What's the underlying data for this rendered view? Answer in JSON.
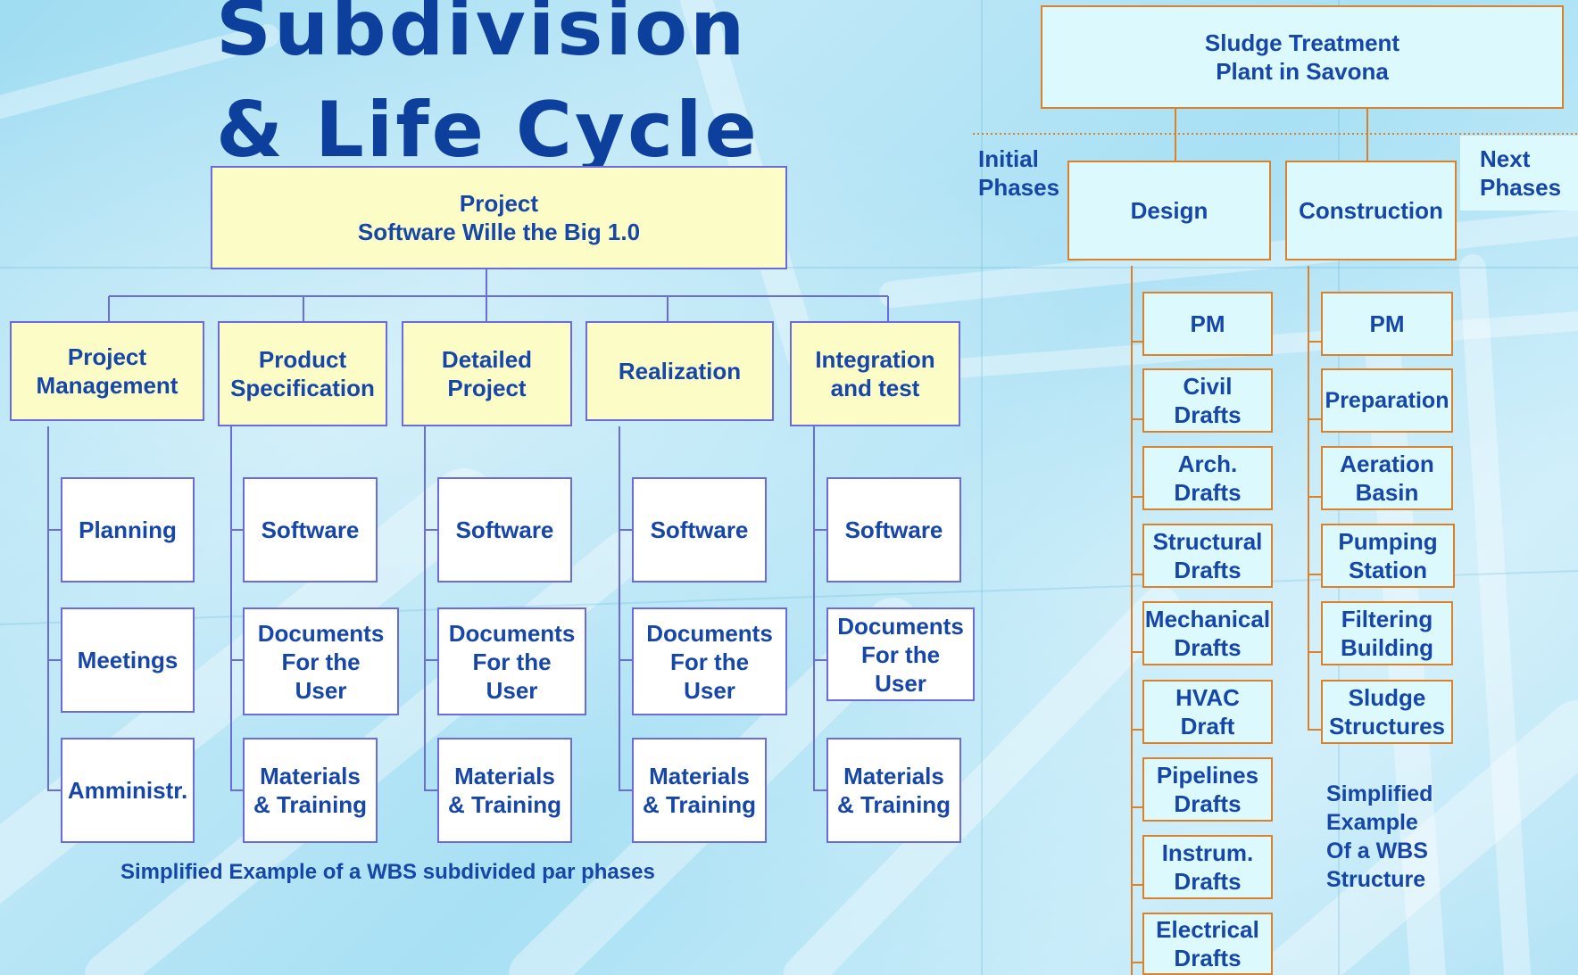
{
  "title": {
    "line1": "Subdivision",
    "line2": "& Life Cycle"
  },
  "left_wbs": {
    "root": "Project\nSoftware  Wille the Big 1.0",
    "phases": [
      {
        "label": "Project\nManagement",
        "children": [
          "Planning",
          "Meetings",
          "Amministr."
        ]
      },
      {
        "label": "Product\nSpecification",
        "children": [
          "Software",
          "Documents\nFor the\nUser",
          "Materials\n& Training"
        ]
      },
      {
        "label": "Detailed\nProject",
        "children": [
          "Software",
          "Documents\nFor the\nUser",
          "Materials\n& Training"
        ]
      },
      {
        "label": "Realization",
        "children": [
          "Software",
          "Documents\nFor the\nUser",
          "Materials\n& Training"
        ]
      },
      {
        "label": "Integration\nand test",
        "children": [
          "Software",
          "Documents\nFor the\nUser",
          "Materials\n& Training"
        ]
      }
    ],
    "caption": "Simplified Example of a WBS subdivided par phases"
  },
  "right_wbs": {
    "root": "Sludge Treatment\nPlant in Savona",
    "initial_phases": "Initial\nPhases",
    "next_phases": "Next\nPhases",
    "branches": [
      {
        "label": "Design",
        "children": [
          "PM",
          "Civil\nDrafts",
          "Arch.\nDrafts",
          "Structural\nDrafts",
          "Mechanical\nDrafts",
          "HVAC\nDraft",
          "Pipelines\nDrafts",
          "Instrum.\nDrafts",
          "Electrical\nDrafts"
        ]
      },
      {
        "label": "Construction",
        "children": [
          "PM",
          "Preparation",
          "Aeration\nBasin",
          "Pumping\nStation",
          "Filtering\nBuilding",
          "Sludge\nStructures"
        ]
      }
    ],
    "caption": "Simplified\nExample\nOf a WBS\nStructure"
  }
}
